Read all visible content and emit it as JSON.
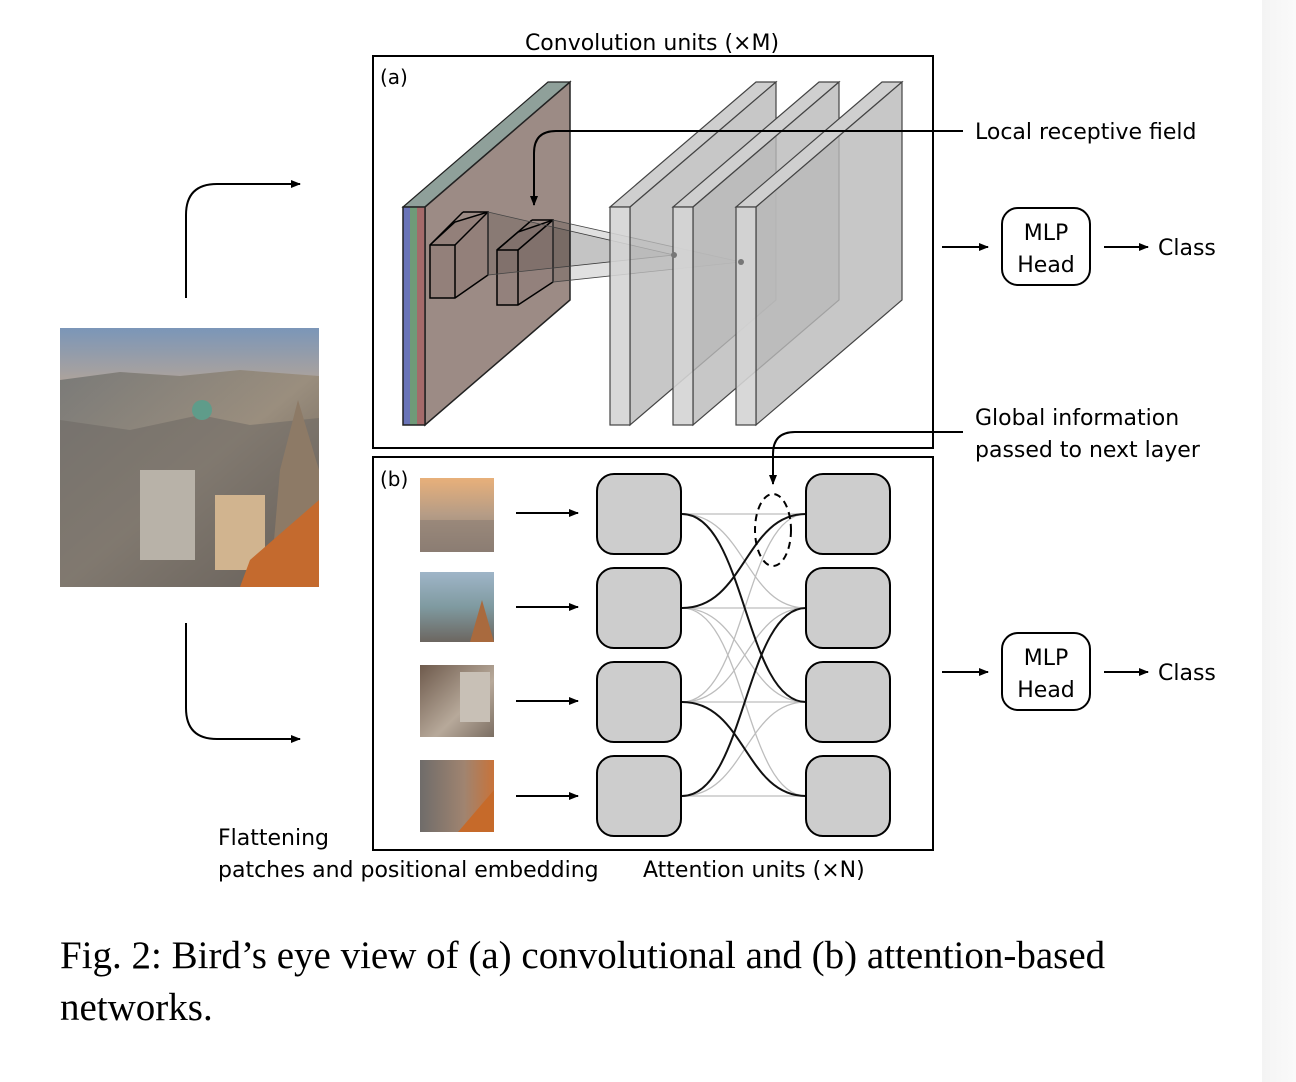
{
  "figure": {
    "conv_title": "Convolution units (×M)",
    "panel_a_label": "(a)",
    "panel_b_label": "(b)",
    "local_receptive_field": "Local receptive field",
    "global_info_line1": "Global information",
    "global_info_line2": "passed to next layer",
    "mlp_head_top": {
      "line1": "MLP",
      "line2": "Head"
    },
    "mlp_head_bottom": {
      "line1": "MLP",
      "line2": "Head"
    },
    "class_top": "Class",
    "class_bottom": "Class",
    "flattening_line1": "Flattening",
    "flattening_line2": "patches and positional embedding",
    "attention_title": "Attention units (×N)"
  },
  "caption": "Fig. 2: Bird’s eye view of (a) convolutional and (b) attention-based networks."
}
